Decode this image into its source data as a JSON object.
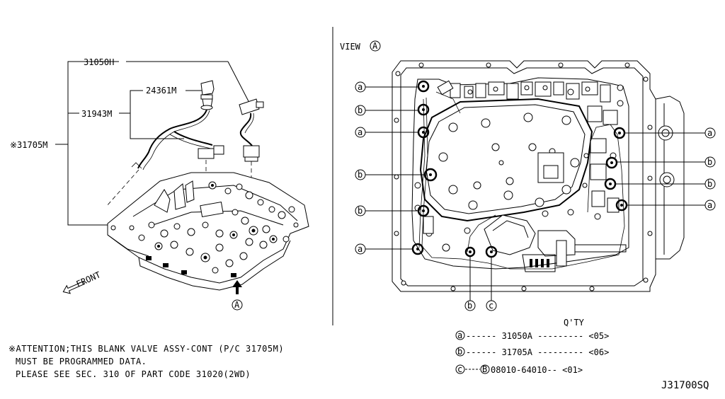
{
  "left": {
    "labels": {
      "p31050H": "31050H",
      "p24361M": "24361M",
      "p31943M": "31943M",
      "p31705M": "※31705M"
    },
    "front_label": "FRONT",
    "view_marker": "A"
  },
  "right": {
    "view_label": "VIEW",
    "view_marker": "A",
    "callouts_left": [
      "a",
      "b",
      "a",
      "b",
      "b",
      "a"
    ],
    "callouts_right": [
      "a",
      "b",
      "b",
      "a"
    ],
    "callouts_bottom": [
      "b",
      "c"
    ]
  },
  "legend": {
    "qty_header": "Q'TY",
    "rows": [
      {
        "marker": "a",
        "part": "------ 31050A --------- <05>"
      },
      {
        "marker": "b",
        "part": "------ 31705A --------- <06>"
      },
      {
        "marker": "c",
        "bolt": "B",
        "part": "08010-64010-- <01>"
      }
    ]
  },
  "attention": {
    "line1": "※ATTENTION;THIS BLANK VALVE ASSY-CONT (P/C 31705M)",
    "line2": "MUST BE PROGRAMMED DATA.",
    "line3": "PLEASE SEE SEC. 310 OF PART CODE 31020(2WD)"
  },
  "diagram_code": "J31700SQ"
}
